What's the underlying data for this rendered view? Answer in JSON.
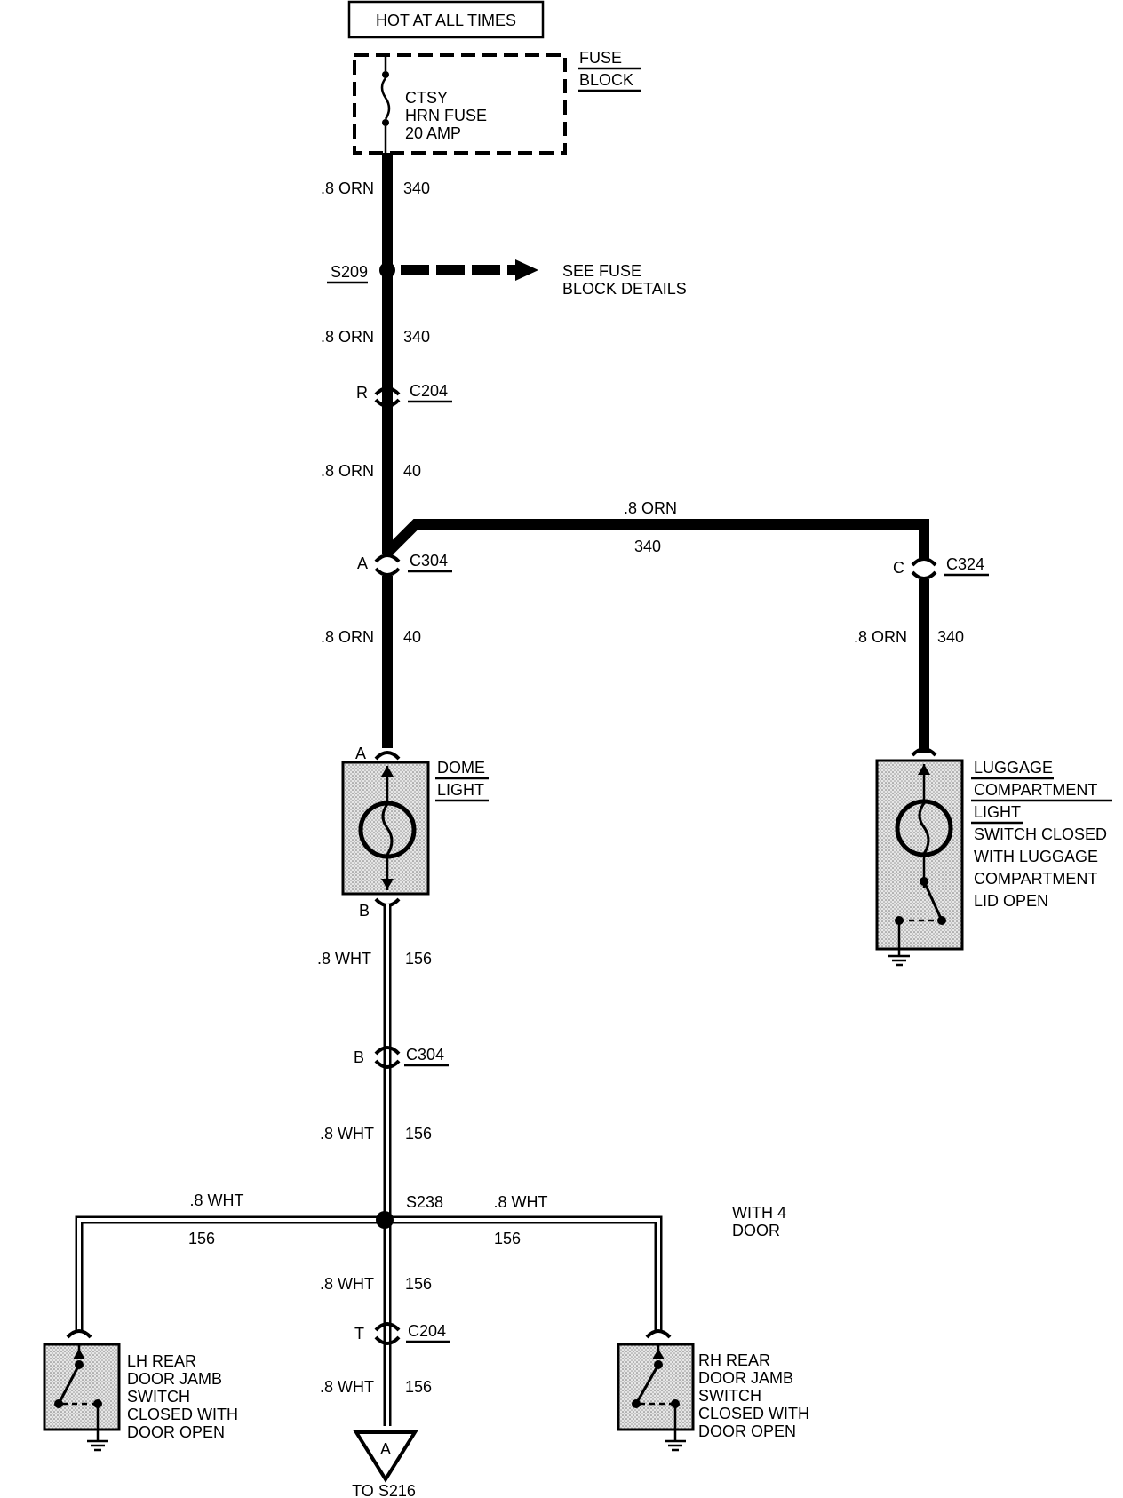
{
  "header": {
    "hot_label": "HOT AT ALL TIMES"
  },
  "fuse_block": {
    "title_line1": "FUSE",
    "title_line2": "BLOCK",
    "fuse_line1": "CTSY",
    "fuse_line2": "HRN FUSE",
    "fuse_line3": "20 AMP"
  },
  "wires": {
    "w1": {
      "color": ".8 ORN",
      "circuit": "340"
    },
    "w2": {
      "color": ".8 ORN",
      "circuit": "340"
    },
    "w3": {
      "color": ".8 ORN",
      "circuit": "40"
    },
    "w_branch": {
      "color": ".8 ORN",
      "circuit": "340"
    },
    "w4": {
      "color": ".8 ORN",
      "circuit": "40"
    },
    "w5": {
      "color": ".8 ORN",
      "circuit": "340"
    },
    "w6": {
      "color": ".8 WHT",
      "circuit": "156"
    },
    "w7": {
      "color": ".8 WHT",
      "circuit": "156"
    },
    "w_left": {
      "color": ".8 WHT",
      "circuit": "156"
    },
    "w_right": {
      "color": ".8 WHT",
      "circuit": "156"
    },
    "w8": {
      "color": ".8 WHT",
      "circuit": "156"
    },
    "w9": {
      "color": ".8 WHT",
      "circuit": "156"
    }
  },
  "splices": {
    "s209": "S209",
    "s238": "S238",
    "see_fuse_line1": "SEE FUSE",
    "see_fuse_line2": "BLOCK DETAILS"
  },
  "connectors": {
    "c204_top": {
      "pin": "R",
      "name": "C204"
    },
    "c304_top": {
      "pin": "A",
      "name": "C304"
    },
    "c324": {
      "pin": "C",
      "name": "C324"
    },
    "dome_pin_a": "A",
    "dome_pin_b": "B",
    "c304_bottom": {
      "pin": "B",
      "name": "C304"
    },
    "c204_bottom": {
      "pin": "T",
      "name": "C204"
    }
  },
  "components": {
    "dome_light": {
      "line1": "DOME",
      "line2": "LIGHT"
    },
    "luggage": {
      "line1": "LUGGAGE",
      "line2": "COMPARTMENT",
      "line3": "LIGHT",
      "line4": "SWITCH CLOSED",
      "line5": "WITH LUGGAGE",
      "line6": "COMPARTMENT",
      "line7": "LID OPEN"
    },
    "lh_switch": {
      "line1": "LH REAR",
      "line2": "DOOR JAMB",
      "line3": "SWITCH",
      "line4": "CLOSED WITH",
      "line5": "DOOR OPEN"
    },
    "rh_switch": {
      "line1": "RH REAR",
      "line2": "DOOR JAMB",
      "line3": "SWITCH",
      "line4": "CLOSED WITH",
      "line5": "DOOR OPEN"
    },
    "with_4door_line1": "WITH 4",
    "with_4door_line2": "DOOR"
  },
  "offpage": {
    "letter": "A",
    "to_label": "TO S216"
  }
}
